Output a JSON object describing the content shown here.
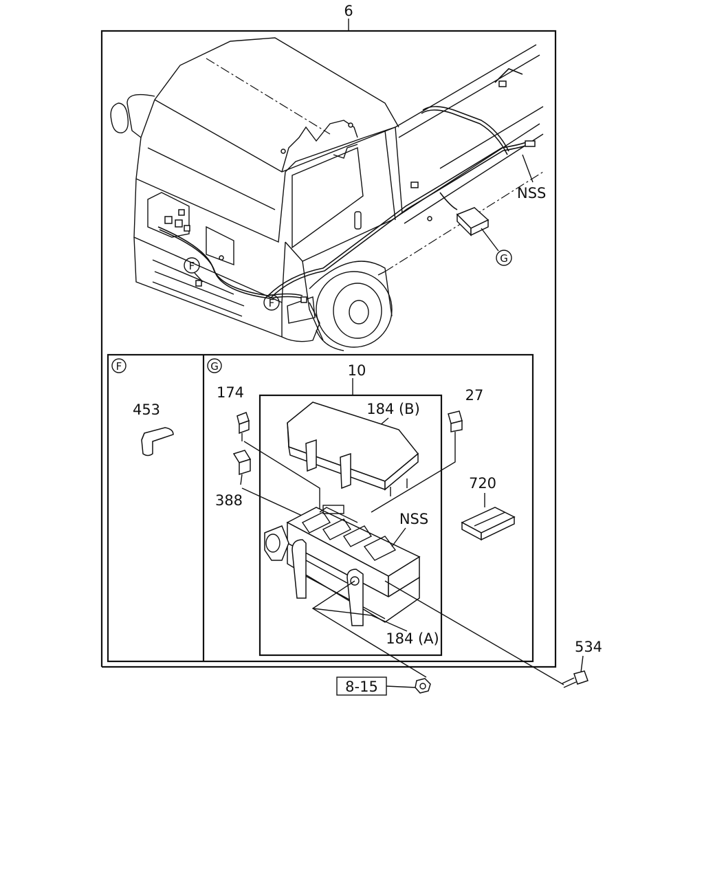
{
  "callouts": {
    "assembly": "6",
    "nss_top": "NSS",
    "detail_g_ref": "G",
    "detail_f_ref_1": "F",
    "detail_f_ref_2": "F",
    "detail_f_title": "F",
    "detail_g_title": "G",
    "part_453": "453",
    "part_10": "10",
    "part_174": "174",
    "part_184b": "184 (B)",
    "part_27": "27",
    "part_720": "720",
    "part_388": "388",
    "nss_box": "NSS",
    "part_184a": "184 (A)",
    "part_534": "534",
    "ref_box": "8-15"
  }
}
